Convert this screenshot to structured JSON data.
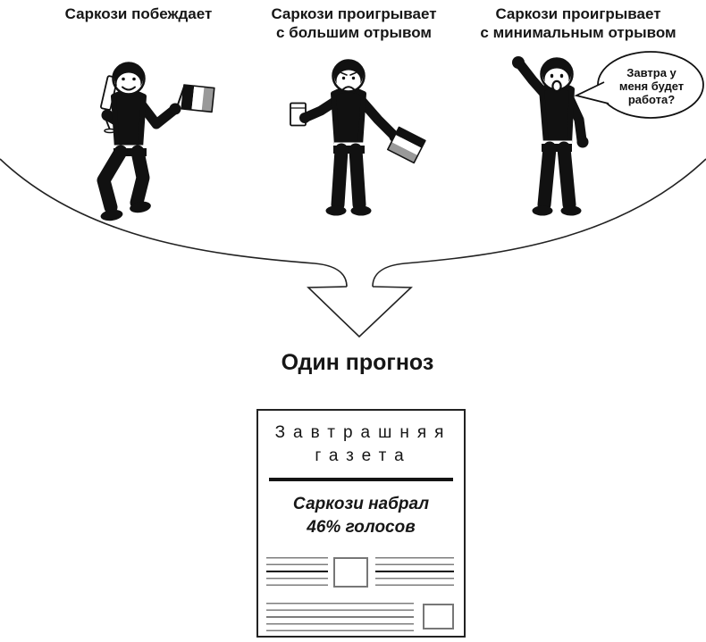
{
  "scenarios": [
    {
      "label_line1": "Саркози побеждает",
      "label_line2": ""
    },
    {
      "label_line1": "Саркози проигрывает",
      "label_line2": "с большим отрывом"
    },
    {
      "label_line1": "Саркози проигрывает",
      "label_line2": "с минимальным отрывом"
    }
  ],
  "speech_bubble": {
    "line1": "Завтра у",
    "line2": "меня будет",
    "line3": "работа?"
  },
  "forecast_heading": "Один прогноз",
  "newspaper": {
    "masthead_line1": "Завтрашняя",
    "masthead_line2": "газета",
    "headline_line1": "Саркози набрал",
    "headline_line2": "46% голосов"
  },
  "colors": {
    "ink": "#111111",
    "outline": "#222222",
    "article_line_gray": "#7d7d7d",
    "flag_dark": "#111111",
    "flag_mid": "#ffffff",
    "flag_light": "#999999"
  }
}
